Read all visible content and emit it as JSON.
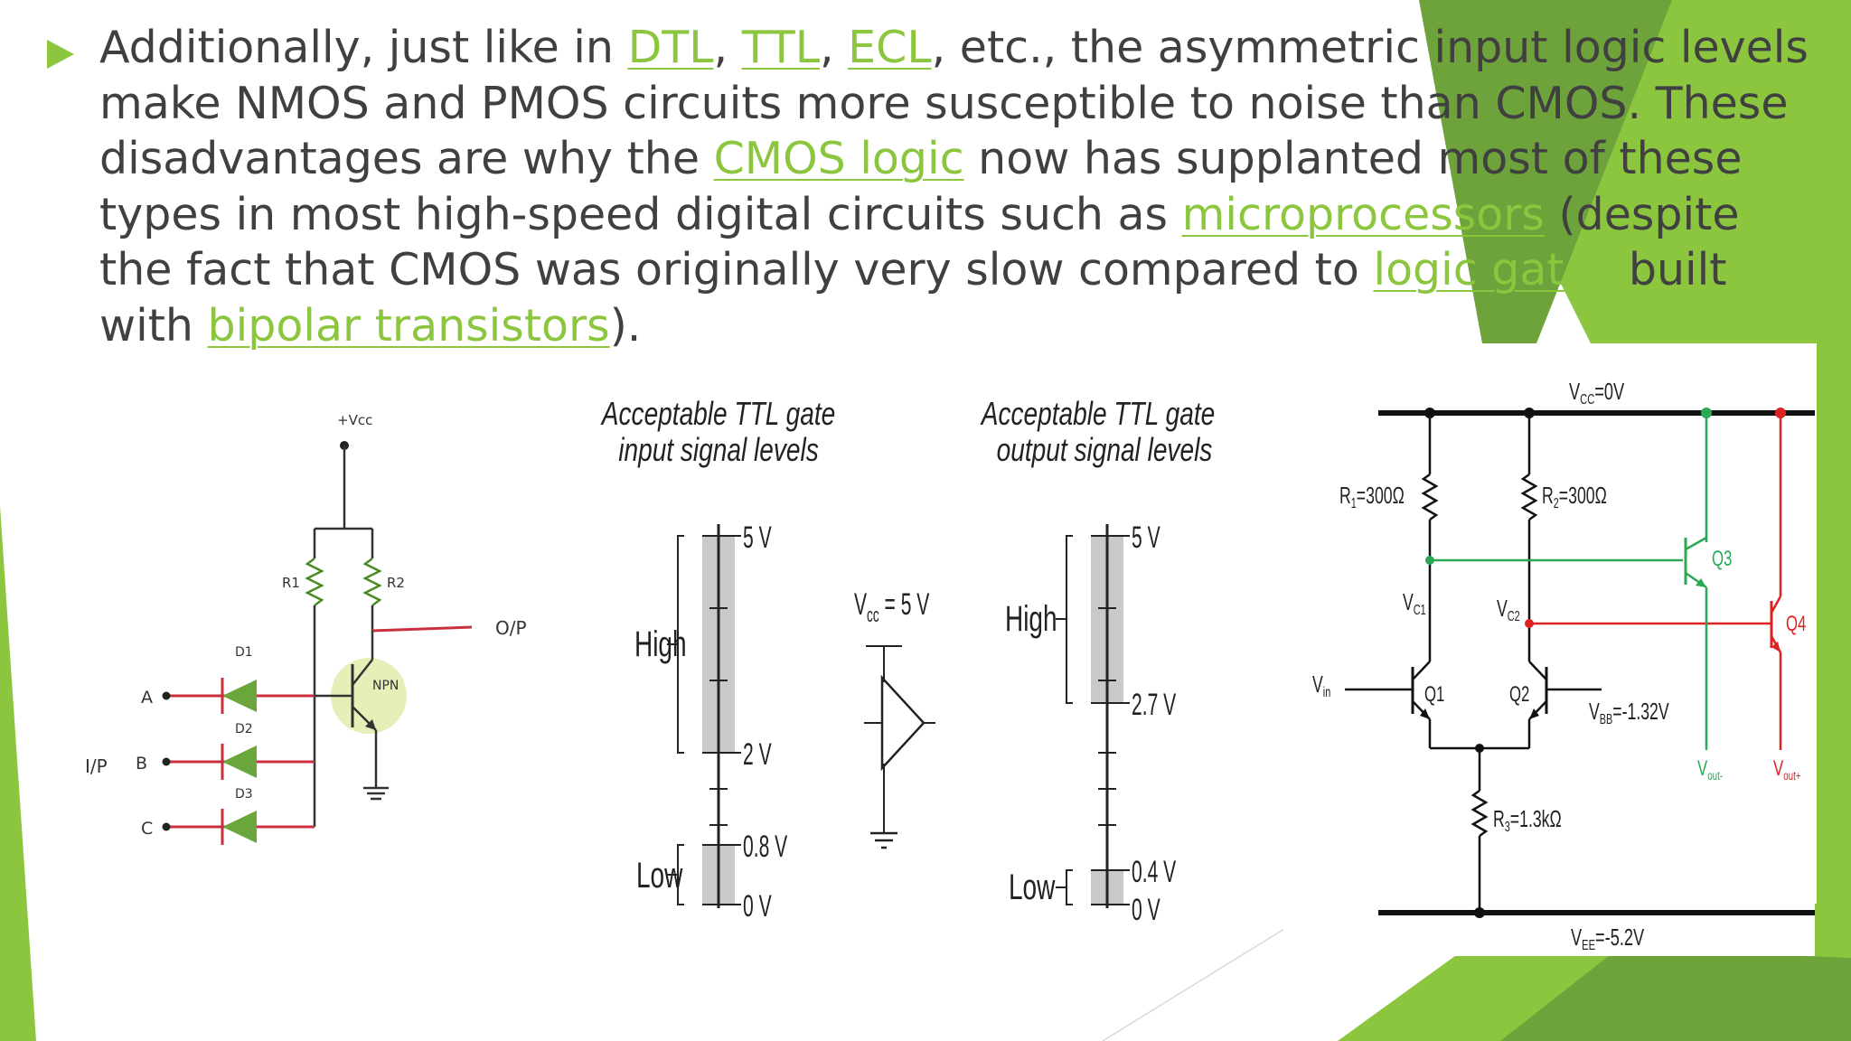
{
  "slide": {
    "paragraph": {
      "t1": "Additionally, just like in ",
      "l1": "DTL",
      "t2": ", ",
      "l2": "TTL",
      "t3": ", ",
      "l3": "ECL",
      "t4": ", etc., the asymmetric input logic levels make NMOS and PMOS circuits more susceptible to noise than CMOS. These disadvantages are why the ",
      "l4": "CMOS logic",
      "t5": " now has supplanted most of these types in most high-speed digital circuits such as ",
      "l5": "microprocessors",
      "t6": " (despite the fact that CMOS was originally very slow compared to ",
      "l6": "logic gates",
      "t7": " built with ",
      "l7": "bipolar transistors",
      "t8": ")."
    },
    "colors": {
      "accent": "#8cc63f",
      "text": "#404040"
    }
  },
  "fig1": {
    "vcc": "+Vcc",
    "r1": "R1",
    "r2": "R2",
    "op": "O/P",
    "npn": "NPN",
    "d1": "D1",
    "d2": "D2",
    "d3": "D3",
    "a": "A",
    "b": "B",
    "c": "C",
    "ip": "I/P"
  },
  "fig2": {
    "in_title1": "Acceptable TTL gate",
    "in_title2": "input signal levels",
    "out_title1": "Acceptable TTL gate",
    "out_title2": "output signal levels",
    "in_5v": "5 V",
    "in_2v": "2 V",
    "in_08v": "0.8 V",
    "in_0v": "0 V",
    "in_high": "High",
    "in_low": "Low",
    "out_5v": "5 V",
    "out_27v": "2.7 V",
    "out_04v": "0.4 V",
    "out_0v": "0 V",
    "out_high": "High",
    "out_low": "Low",
    "vcc_v": "V",
    "vcc_sub": "cc",
    "vcc_val": " = 5 V"
  },
  "fig3": {
    "vcc": "V",
    "vcc_sub": "CC",
    "vcc_val": "=0V",
    "r1": "R",
    "r1_sub": "1",
    "r1_val": "=300Ω",
    "r2": "R",
    "r2_sub": "2",
    "r2_val": "=300Ω",
    "vc1": "V",
    "vc1_sub": "C1",
    "vc2": "V",
    "vc2_sub": "C2",
    "vin": "V",
    "vin_sub": "in",
    "q1": "Q1",
    "q2": "Q2",
    "q3": "Q3",
    "q4": "Q4",
    "vbb": "V",
    "vbb_sub": "BB",
    "vbb_val": "=-1.32V",
    "r3": "R",
    "r3_sub": "3",
    "r3_val": "=1.3kΩ",
    "vout_m": "V",
    "vout_m_sub": "out-",
    "vout_p": "V",
    "vout_p_sub": "out+",
    "vee": "V",
    "vee_sub": "EE",
    "vee_val": "=-5.2V"
  }
}
